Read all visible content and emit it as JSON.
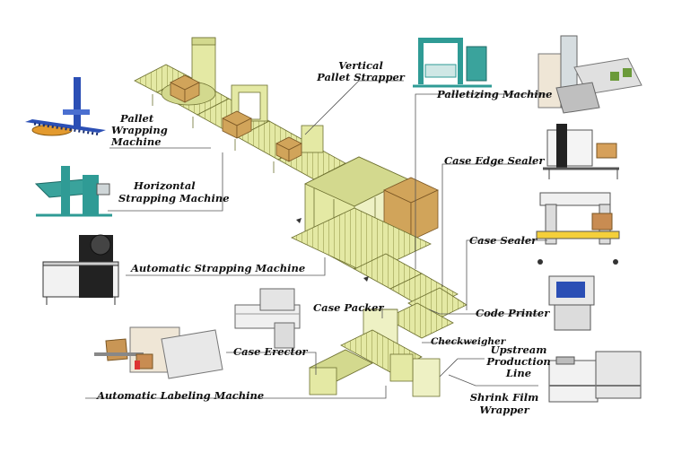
{
  "labels": {
    "vertical_pallet_strapper_1": "Vertical",
    "vertical_pallet_strapper_2": "Pallet Strapper",
    "palletizing_machine": "Palletizing Machine",
    "pallet_wrapping_1": "Pallet",
    "pallet_wrapping_2": "Wrapping",
    "pallet_wrapping_3": "Machine",
    "horizontal_strapping_1": "Horizontal",
    "horizontal_strapping_2": "Strapping Machine",
    "case_edge_sealer": "Case Edge Sealer",
    "case_sealer": "Case Sealer",
    "automatic_strapping": "Automatic Strapping Machine",
    "case_packer": "Case Packer",
    "code_printer": "Code Printer",
    "checkweigher": "Checkweigher",
    "case_erector": "Case Erector",
    "upstream_1": "Upstream",
    "upstream_2": "Production",
    "upstream_3": "Line",
    "automatic_labeling": "Automatic Labeling Machine",
    "shrink_1": "Shrink Film",
    "shrink_2": "Wrapper"
  },
  "colors": {
    "machine_fill": "#e4e9a4",
    "machine_stroke": "#6d7030",
    "box_fill": "#d1a45a",
    "box_stroke": "#7a5624",
    "leader": "#555555",
    "teal": "#2f9b95",
    "blue": "#2b4fb5"
  }
}
